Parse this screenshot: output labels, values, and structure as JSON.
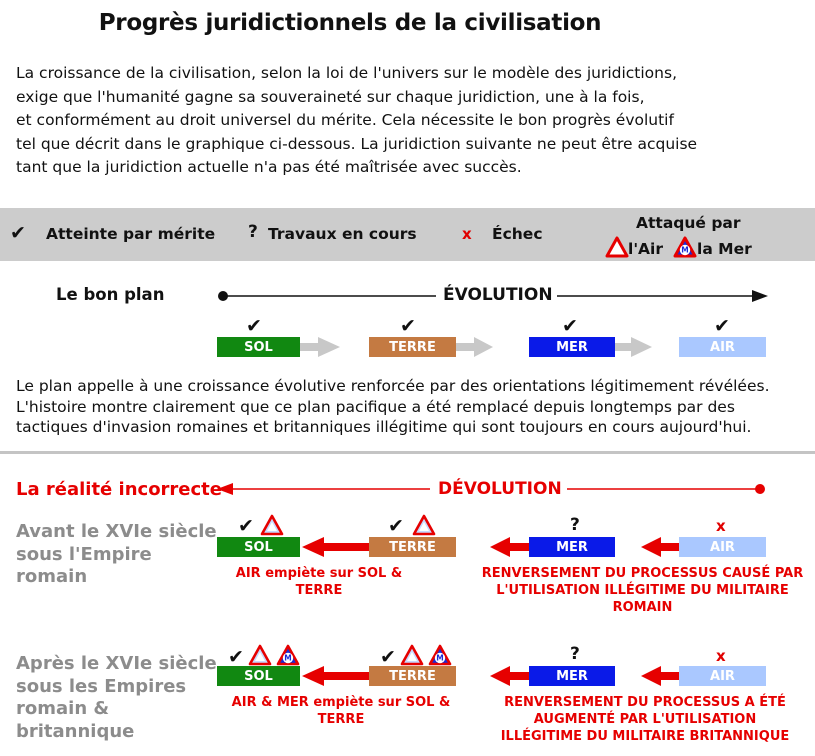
{
  "title": "Progrès juridictionnels de la civilisation",
  "intro_lines": [
    "La croissance de la civilisation, selon la loi de l'univers sur le modèle des juridictions,",
    "exige que l'humanité gagne sa souveraineté sur chaque juridiction, une à la fois,",
    "et conformément au droit universel du mérite. Cela nécessite le bon progrès évolutif",
    "tel que décrit dans le graphique ci-dessous. La juridiction suivante ne peut être acquise",
    "tant que la juridiction actuelle n'a pas été maîtrisée avec succès."
  ],
  "legend": {
    "check_symbol": "✔",
    "check_label": "Atteinte par mérite",
    "question_symbol": "?",
    "question_label": "Travaux en cours",
    "x_symbol": "x",
    "x_label": "Échec",
    "attack_title": "Attaqué par",
    "air_label": "l'Air",
    "sea_label": "la Mer",
    "sea_letter": "M"
  },
  "good_plan": {
    "label": "Le bon plan",
    "axis_label": "ÉVOLUTION",
    "jurisdictions": [
      "SOL",
      "TERRE",
      "MER",
      "AIR"
    ]
  },
  "para2_lines": [
    "Le plan appelle à une croissance évolutive renforcée par des orientations légitimement révélées.",
    "L'histoire montre clairement que ce plan pacifique a été remplacé depuis longtemps par des",
    "tactiques d'invasion romaines et britanniques illégitime qui sont toujours en cours aujourd'hui."
  ],
  "reality": {
    "label": "La réalité incorrecte",
    "axis_label": "DÉVOLUTION"
  },
  "before": {
    "label_lines": [
      "Avant le XVIe siècle",
      "sous l'Empire",
      "romain"
    ],
    "left_note": "AIR empiète sur SOL & TERRE",
    "right_note_lines": [
      "RENVERSEMENT DU PROCESSUS CAUSÉ PAR",
      "L'UTILISATION ILLÉGITIME DU MILITAIRE ROMAIN"
    ]
  },
  "after": {
    "label_lines": [
      "Après le XVIe siècle",
      "sous les Empires",
      "romain &",
      "britannique"
    ],
    "left_note": "AIR & MER empiète sur SOL & TERRE",
    "right_note_lines": [
      "RENVERSEMENT DU PROCESSUS A ÉTÉ",
      "AUGMENTÉ PAR L'UTILISATION",
      "ILLÉGITIME DU MILITAIRE BRITANNIQUE"
    ]
  },
  "colors": {
    "sol": "#118811",
    "terre": "#c47a42",
    "mer": "#0a1ae8",
    "air": "#aac8ff",
    "red": "#e60000",
    "legend_band": "#cccccc"
  }
}
